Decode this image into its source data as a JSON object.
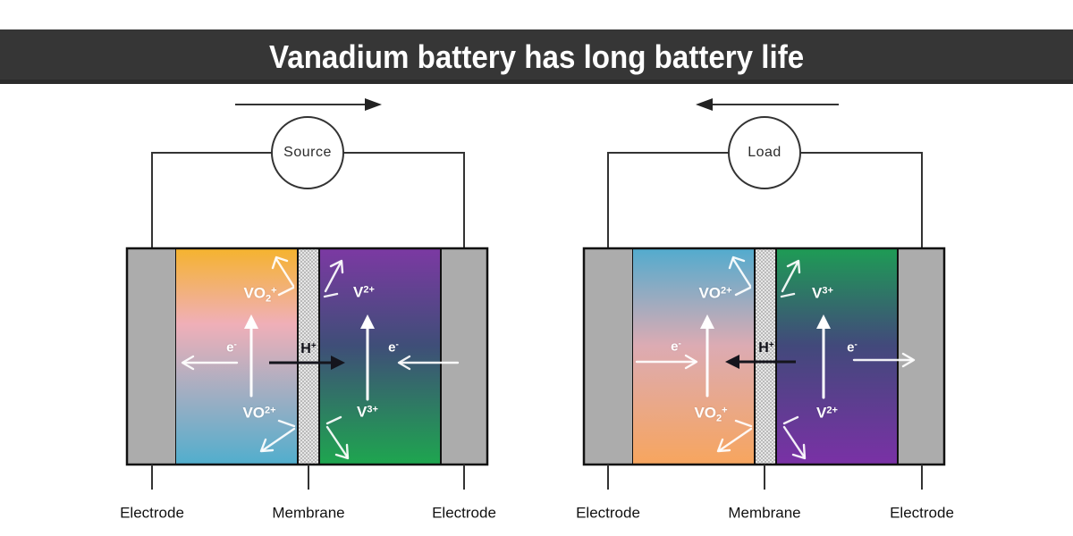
{
  "banner": {
    "title": "Vanadium battery has long battery life",
    "bg": "#363636",
    "text_color": "#ffffff"
  },
  "colors": {
    "electrode": "#acacac",
    "membrane_bg": "#e6e6e6",
    "membrane_dot": "#9a9a9a",
    "wire": "#333333",
    "proton_arrow": "#15151d",
    "ion_arrow": "#ffffff"
  },
  "diagrams": [
    {
      "mode": "charging",
      "device": {
        "label": "Source"
      },
      "current_arrow_direction": "right",
      "proton": {
        "label": {
          "base": "H",
          "sup": "+"
        },
        "arrow_direction": "right"
      },
      "left_cell": {
        "top_ion": {
          "base": "VO",
          "sub": "2",
          "sup": "+"
        },
        "bottom_ion": {
          "base": "VO",
          "sup": "2+"
        },
        "electron": {
          "base": "e",
          "sup": "-"
        },
        "electron_arrow_direction": "left",
        "gradient": [
          "#f5b32e",
          "#f0afb8",
          "#51aecd"
        ]
      },
      "right_cell": {
        "top_ion": {
          "base": "V",
          "sup": "2+"
        },
        "bottom_ion": {
          "base": "V",
          "sup": "3+"
        },
        "electron": {
          "base": "e",
          "sup": "-"
        },
        "electron_arrow_direction": "left",
        "gradient": [
          "#7c39a3",
          "#3f4e78",
          "#1ea64f"
        ]
      },
      "captions": {
        "left_electrode": "Electrode",
        "membrane": "Membrane",
        "right_electrode": "Electrode"
      }
    },
    {
      "mode": "discharging",
      "device": {
        "label": "Load"
      },
      "current_arrow_direction": "left",
      "proton": {
        "label": {
          "base": "H",
          "sup": "+"
        },
        "arrow_direction": "left"
      },
      "left_cell": {
        "top_ion": {
          "base": "VO",
          "sup": "2+"
        },
        "bottom_ion": {
          "base": "VO",
          "sub": "2",
          "sup": "+"
        },
        "electron": {
          "base": "e",
          "sup": "-"
        },
        "electron_arrow_direction": "right",
        "gradient": [
          "#52abce",
          "#dcabb3",
          "#f7a55e"
        ]
      },
      "right_cell": {
        "top_ion": {
          "base": "V",
          "sup": "3+"
        },
        "bottom_ion": {
          "base": "V",
          "sup": "2+"
        },
        "electron": {
          "base": "e",
          "sup": "-"
        },
        "electron_arrow_direction": "right",
        "gradient": [
          "#1e9c55",
          "#42497b",
          "#7a31a6"
        ]
      },
      "captions": {
        "left_electrode": "Electrode",
        "membrane": "Membrane",
        "right_electrode": "Electrode"
      }
    }
  ]
}
